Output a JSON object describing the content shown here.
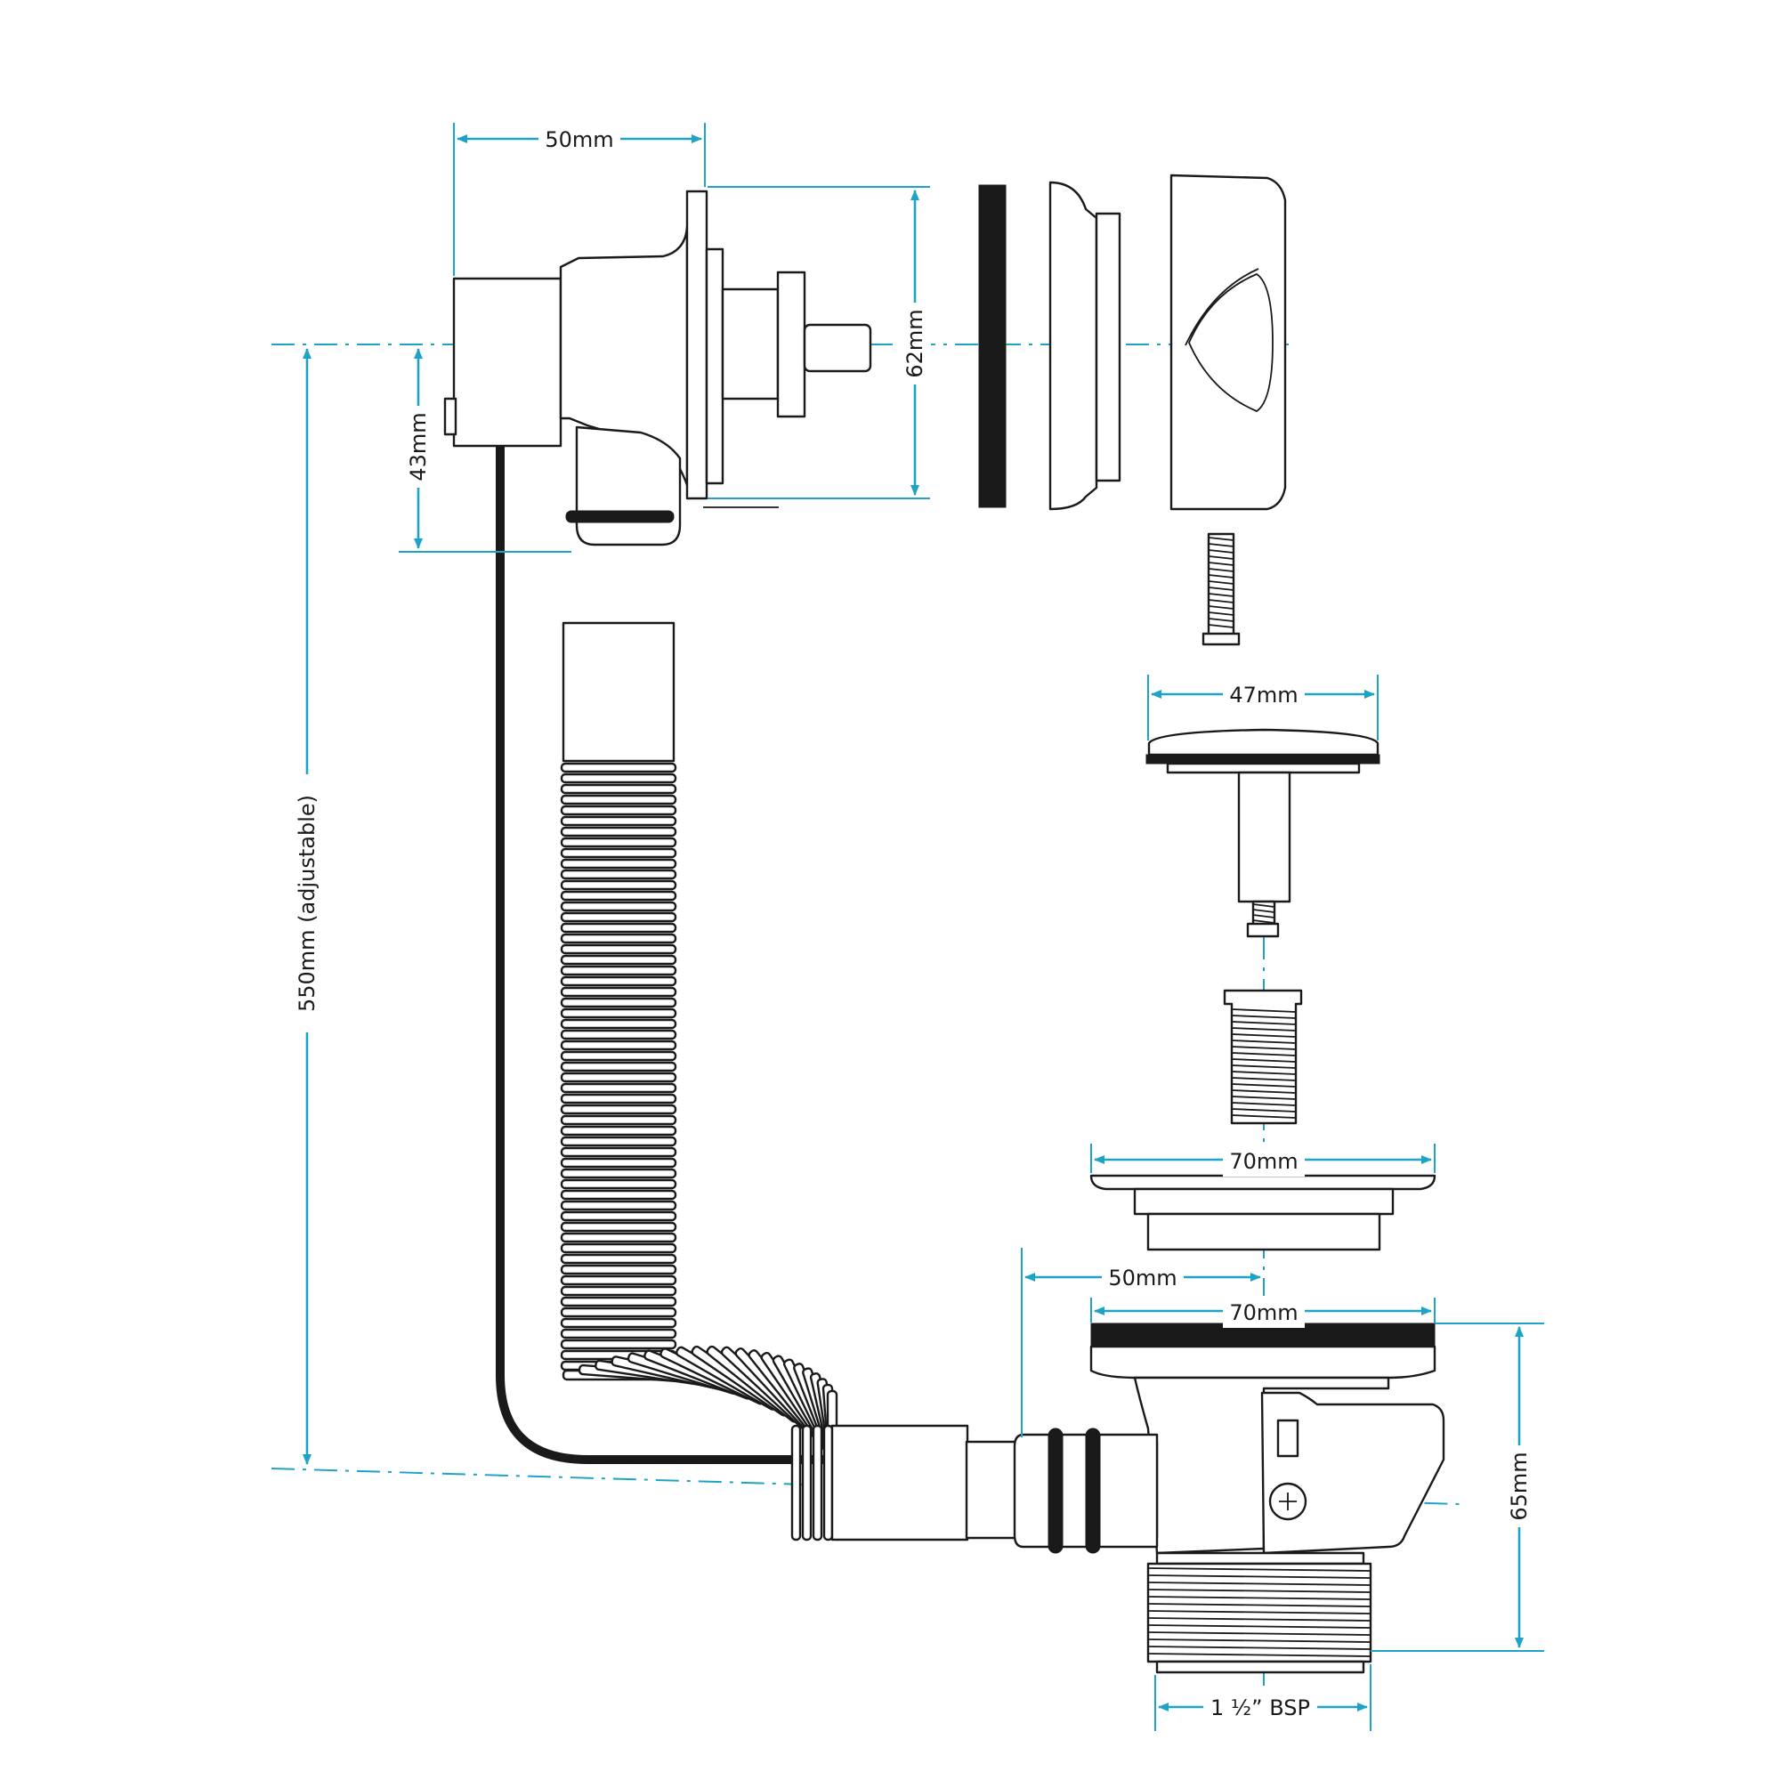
{
  "colors": {
    "dimension": "#1ea3c7",
    "line": "#1a1a1a",
    "background": "#ffffff"
  },
  "labels": {
    "overflow_width": "50mm",
    "overflow_plate_height": "62mm",
    "overflow_offset": "43mm",
    "overall_length": "550mm (adjustable)",
    "plug_diameter": "47mm",
    "flange_diameter": "70mm",
    "waste_offset": "50mm",
    "waste_body_diameter": "70mm",
    "waste_height": "65mm",
    "thread_size": "1 ½” BSP"
  }
}
